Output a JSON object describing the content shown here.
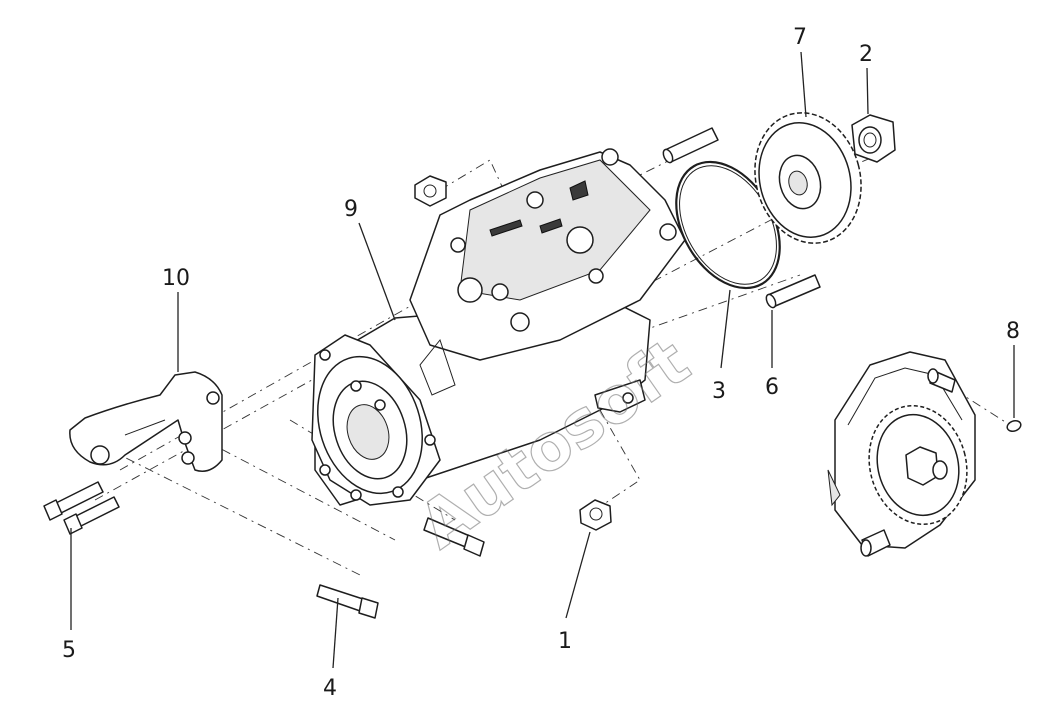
{
  "diagram": {
    "callouts": [
      {
        "id": "c1",
        "label": "1"
      },
      {
        "id": "c2",
        "label": "2"
      },
      {
        "id": "c3",
        "label": "3"
      },
      {
        "id": "c4",
        "label": "4"
      },
      {
        "id": "c5",
        "label": "5"
      },
      {
        "id": "c6",
        "label": "6"
      },
      {
        "id": "c7",
        "label": "7"
      },
      {
        "id": "c8",
        "label": "8"
      },
      {
        "id": "c9",
        "label": "9"
      },
      {
        "id": "c10",
        "label": "10"
      }
    ],
    "watermark": "Autosoft"
  }
}
